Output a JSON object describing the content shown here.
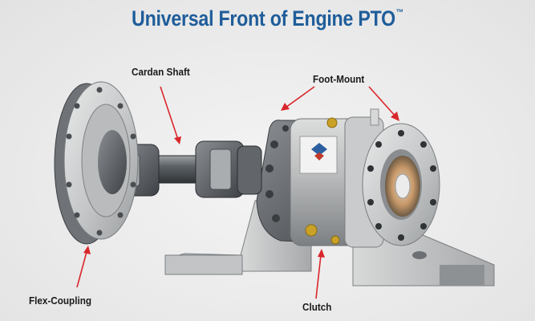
{
  "title": {
    "text": "Universal Front of Engine PTO",
    "trademark": "™"
  },
  "labels": {
    "cardan_shaft": "Cardan Shaft",
    "foot_mount": "Foot-Mount",
    "flex_coupling": "Flex-Coupling",
    "clutch": "Clutch"
  },
  "colors": {
    "title": "#1f5d9a",
    "arrow": "#d9262b",
    "metal_light": "#cfd0d0",
    "metal_dark": "#5a5e62",
    "fitting": "#c9a227"
  },
  "icons": {
    "pto_illustration": "pto-assembly-illustration"
  }
}
